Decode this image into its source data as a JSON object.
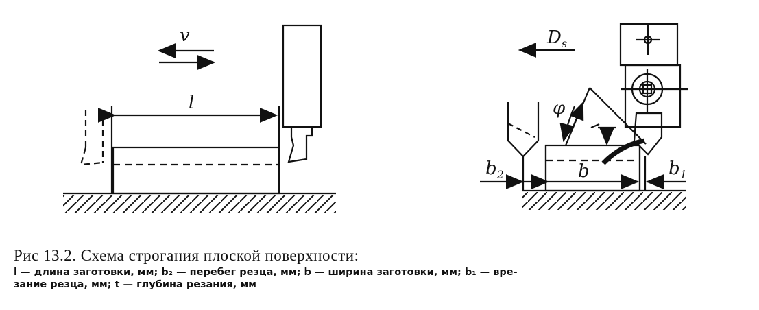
{
  "figure": {
    "left": {
      "label_velocity": "v",
      "label_length": "l"
    },
    "right": {
      "label_feed": "D",
      "label_feed_sub": "s",
      "label_angle": "φ",
      "label_width": "b",
      "label_b2": "b",
      "label_b2_sub": "2",
      "label_b1": "b",
      "label_b1_sub": "1"
    }
  },
  "caption": {
    "title": "Рис  13.2. Схема строгания плоской поверхности:",
    "legend_line1": "l — длина заготовки, мм; b₂ — перебег резца, мм; b — ширина заготовки, мм; b₁ — вре-",
    "legend_line2": "зание резца, мм; t — глубина резания, мм"
  }
}
